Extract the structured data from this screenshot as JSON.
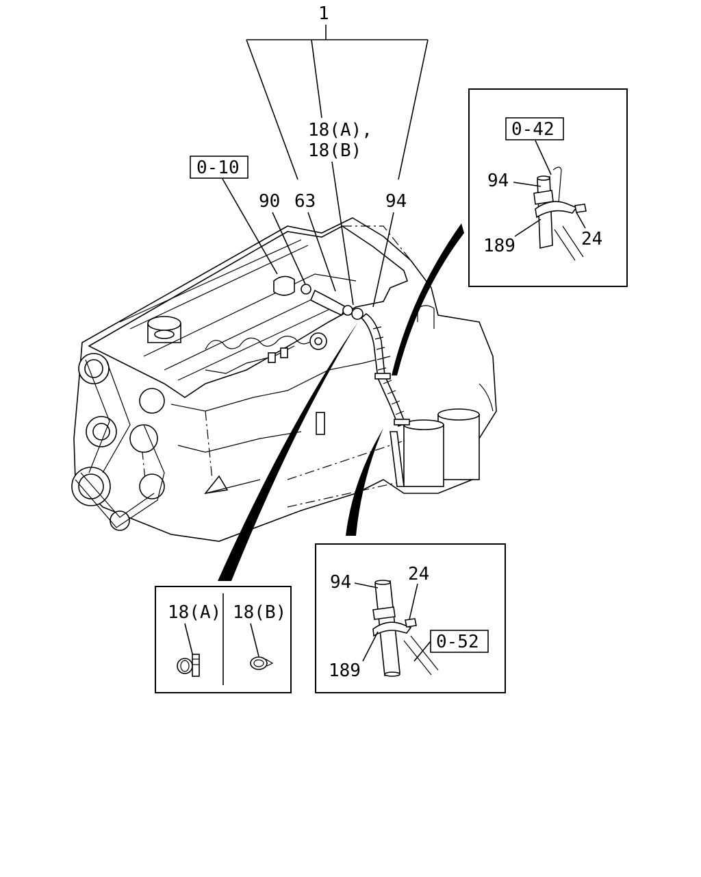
{
  "diagram": {
    "main_callouts": {
      "assembly": "1",
      "clip_pair": "18(A),\n18(B)",
      "clip_a_line": "18(A),",
      "clip_b_line": "18(B)",
      "ref_engine": "0-10",
      "clip_90": "90",
      "hose_63": "63",
      "hose_94": "94"
    },
    "detail_top_right": {
      "ref": "0-42",
      "hose": "94",
      "clamp": "189",
      "bolt": "24"
    },
    "detail_bottom_left": {
      "clip_a": "18(A)",
      "clip_b": "18(B)"
    },
    "detail_bottom_right": {
      "hose": "94",
      "bolt": "24",
      "clamp": "189",
      "ref": "0-52"
    }
  }
}
